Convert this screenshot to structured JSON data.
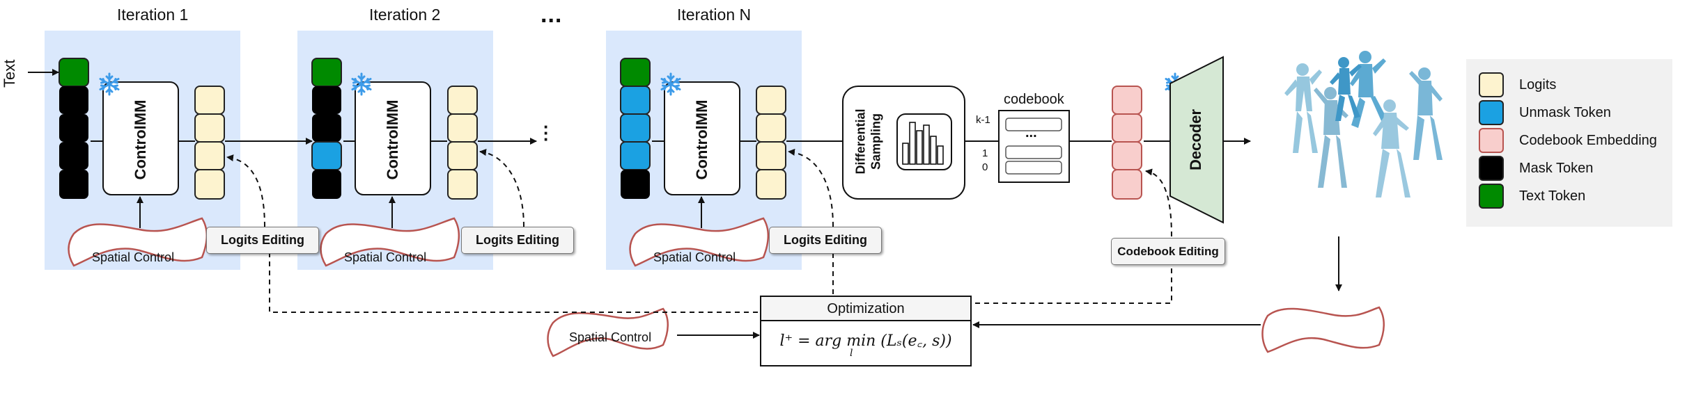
{
  "input_label": "Text",
  "iterations": [
    "Iteration 1",
    "Iteration 2",
    "Iteration N"
  ],
  "ellipsis_top": "...",
  "model_label": "ControlMM",
  "spatial_control_label": "Spatial Control",
  "logits_editing_label": "Logits Editing",
  "codebook_editing_label": "Codebook Editing",
  "differential_sampling_label_line1": "Differential",
  "differential_sampling_label_line2": "Sampling",
  "codebook": {
    "title": "codebook",
    "k_label": "k-1",
    "one_label": "1",
    "zero_label": "0",
    "dots": "..."
  },
  "decoder_label": "Decoder",
  "optimization": {
    "title": "Optimization",
    "formula": "l⁺ = arg min (Lₛ(e꜀, s))",
    "formula_sub": "l"
  },
  "legend": [
    {
      "label": "Logits",
      "color": "#fdf3cf"
    },
    {
      "label": "Unmask Token",
      "color": "#1ba1e2"
    },
    {
      "label": "Codebook Embedding",
      "color": "#f8cecc"
    },
    {
      "label": "Mask Token",
      "color": "#000000"
    },
    {
      "label": "Text Token",
      "color": "#008a00"
    }
  ],
  "colors": {
    "iteration_bg": "#dae8fc",
    "logits": "#fdf3cf",
    "unmask": "#1ba1e2",
    "mask": "#000000",
    "text_token": "#008a00",
    "codebook_emb": "#f8cecc",
    "decoder": "#d5e8d4",
    "wavy": "#b85450"
  },
  "icons": [
    "snowflake-icon",
    "histogram-icon",
    "human-motion-image"
  ]
}
